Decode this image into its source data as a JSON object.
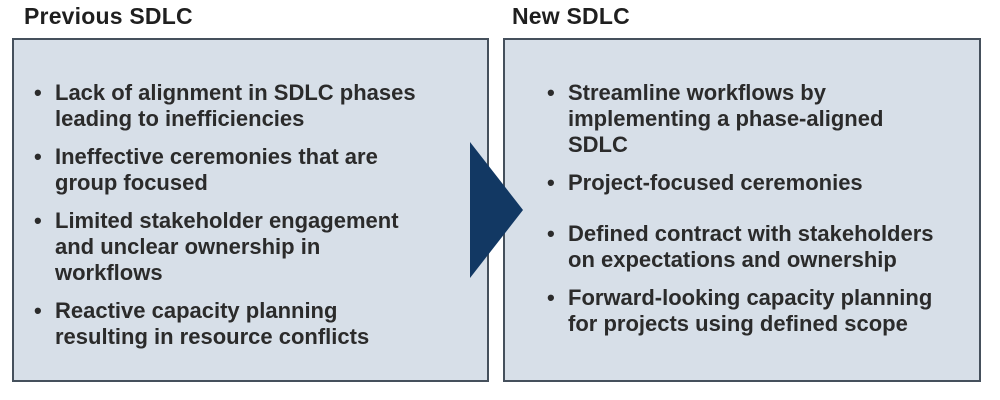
{
  "colors": {
    "page_bg": "#ffffff",
    "box_fill": "#d7dfe8",
    "box_border": "#45505c",
    "arrow": "#123863",
    "title_text": "#1f1f1f",
    "body_text": "#2b2b2b"
  },
  "bullet_glyph": "•",
  "arrow_icon": "right-arrow",
  "panels": [
    {
      "title": "Previous SDLC",
      "bullets": [
        "Lack of alignment in SDLC phases\nleading to inefficiencies",
        "Ineffective ceremonies that are\ngroup focused",
        "Limited stakeholder engagement\nand unclear ownership in\nworkflows",
        "Reactive capacity planning\nresulting in resource conflicts"
      ]
    },
    {
      "title": "New SDLC",
      "bullets": [
        "Streamline workflows by\nimplementing a phase-aligned\nSDLC",
        "Project-focused ceremonies",
        "Defined contract with stakeholders\non expectations and ownership",
        "Forward-looking capacity planning\nfor projects using defined scope"
      ]
    }
  ]
}
